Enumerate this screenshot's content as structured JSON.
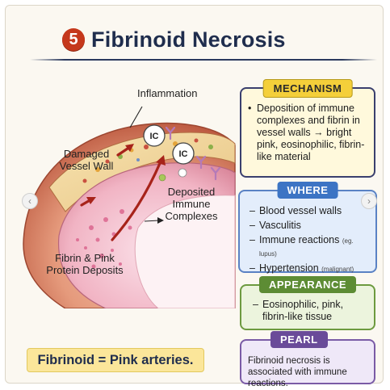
{
  "title": {
    "number": "5",
    "text": "Fibrinoid Necrosis"
  },
  "labels": {
    "inflammation": "Inflammation",
    "damaged_wall": "Damaged\nVessel Wall",
    "deposited": "Deposited\nImmune\nComplexes",
    "fibrin": "Fibrin & Pink\nProtein Deposits",
    "ic": "IC"
  },
  "mechanism": {
    "heading": "MECHANISM",
    "bullet": "•",
    "text": "Deposition of immune complexes and fibrin in vessel walls → bright pink, eosinophilic, fibrin-like material"
  },
  "where": {
    "heading": "WHERE",
    "items": [
      {
        "mark": "–",
        "text": "Blood vessel walls",
        "note": ""
      },
      {
        "mark": "–",
        "text": "Vasculitis",
        "note": ""
      },
      {
        "mark": "–",
        "text": "Immune reactions",
        "note": "(eg. lupus)"
      },
      {
        "mark": "–",
        "text": "Hypertension",
        "note": "(malignant)"
      }
    ]
  },
  "appearance": {
    "heading": "APPEARANCE",
    "mark": "–",
    "text": "Eosinophilic, pink, fibrin-like tissue"
  },
  "pearl": {
    "heading": "PEARL",
    "text": "Fibrinoid necrosis is associated with immune reactions."
  },
  "banner": "Fibrinoid = Pink arteries.",
  "nav": {
    "prev": "‹",
    "next": "›"
  },
  "colors": {
    "title_badge": "#c5381c",
    "mechanism": "#f4cf3a",
    "where": "#3c74c4",
    "appearance": "#5d8c34",
    "pearl": "#6a4b99",
    "banner": "#fbe69a"
  }
}
